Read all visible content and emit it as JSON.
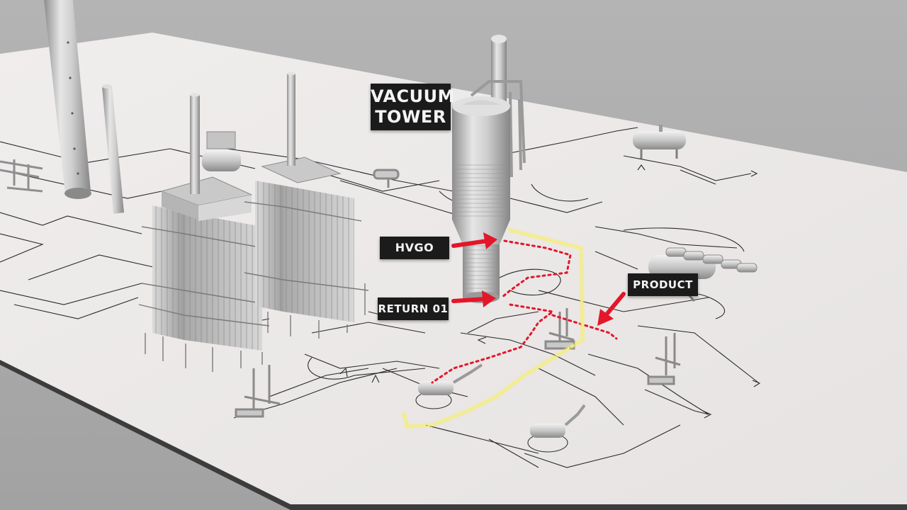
{
  "labels": {
    "vacuum_tower_line1": "VACUUM",
    "vacuum_tower_line2": "TOWER",
    "hvgo": "HVGO",
    "return": "RETURN 01",
    "product": "PRODUCT"
  },
  "colors": {
    "background": "#a9a9aa",
    "paper": "#ece9e8",
    "arrow_red": "#e3162a",
    "highlight_yellow": "#f6ef7a",
    "label_bg": "#1b1b1b",
    "metal": "#c8c8c8"
  },
  "icons": [
    "right-arrow-icon",
    "down-left-arrow-icon"
  ]
}
